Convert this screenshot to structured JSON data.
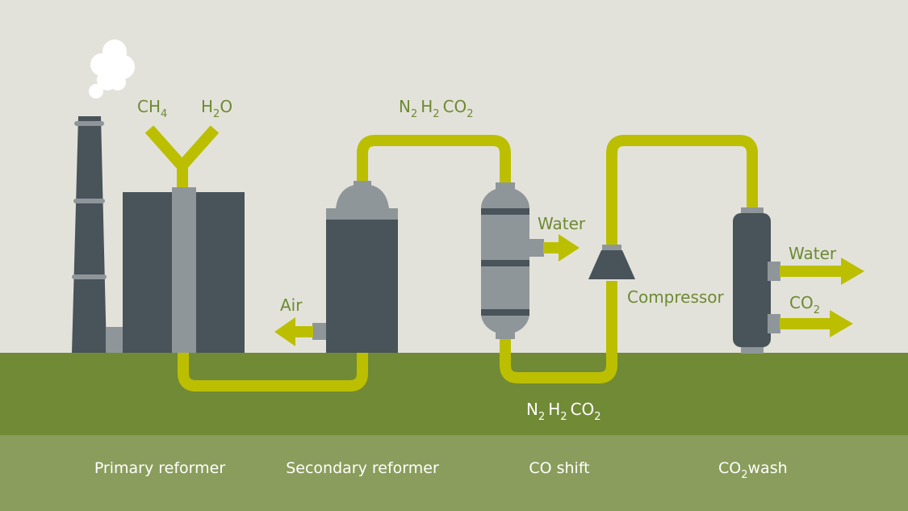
{
  "colors": {
    "background": "#e3e2da",
    "ground": "#718a35",
    "footer": "#8a9d5c",
    "pipe": "#bcbf00",
    "equipment_dark": "#48535a",
    "equipment_light": "#8f969a",
    "label_green": "#6d8a33",
    "smoke": "#ffffff"
  },
  "inputs": {
    "ch4": {
      "main": "CH",
      "sub": "4"
    },
    "h2o": {
      "main": "H",
      "sub": "2",
      "tail": "O"
    }
  },
  "flows": {
    "top_gas": {
      "n": "N",
      "n_sub": "2",
      "h": "H",
      "h_sub": "2",
      "co": "CO",
      "co_sub": "2"
    },
    "bottom_gas": {
      "n": "N",
      "n_sub": "2",
      "h": "H",
      "h_sub": "2",
      "co": "CO",
      "co_sub": "2"
    }
  },
  "outputs": {
    "air": "Air",
    "water_shift": "Water",
    "water_wash": "Water",
    "co2_wash": {
      "main": "CO",
      "sub": "2"
    }
  },
  "equipment": {
    "compressor": "Compressor"
  },
  "stages": {
    "primary": "Primary reformer",
    "secondary": "Secondary reformer",
    "shift": "CO shift",
    "wash": {
      "main": "CO",
      "sub": "2",
      "tail": "wash"
    }
  }
}
